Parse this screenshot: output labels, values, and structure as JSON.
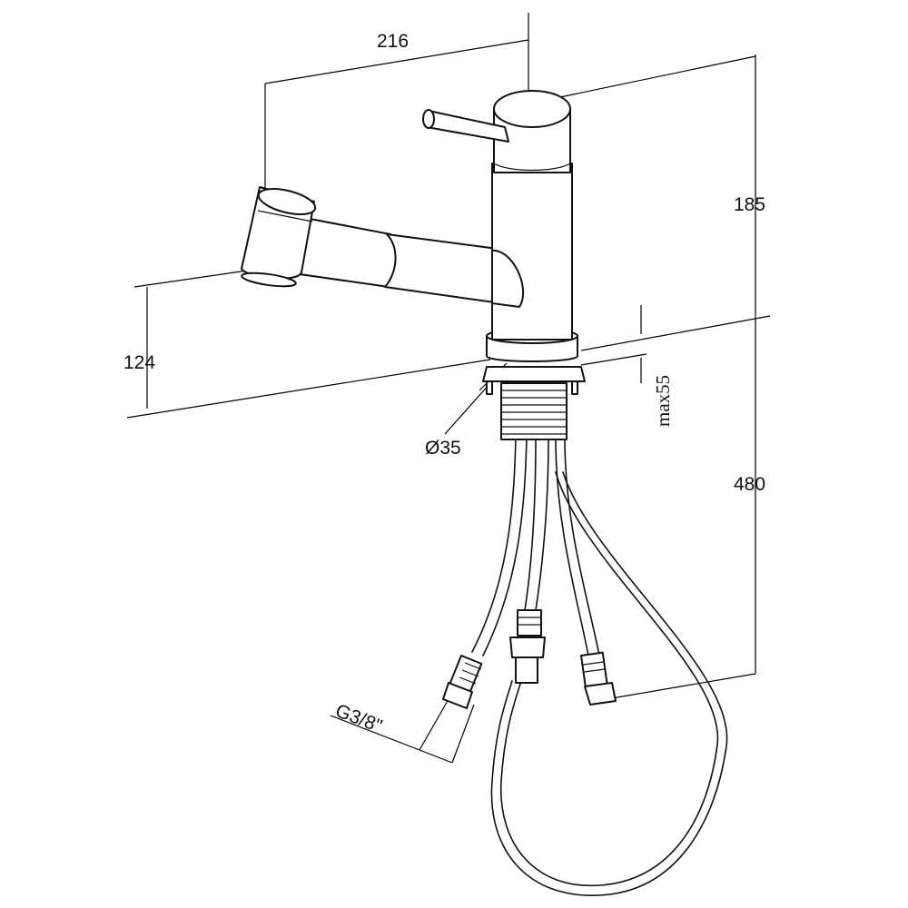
{
  "dimensions": {
    "width_overall": "216",
    "height_spout": "185",
    "height_outlet": "124",
    "mount_thickness": "max55",
    "hole_diameter": "Ø35",
    "hose_length": "480",
    "thread": "G3/8\""
  }
}
